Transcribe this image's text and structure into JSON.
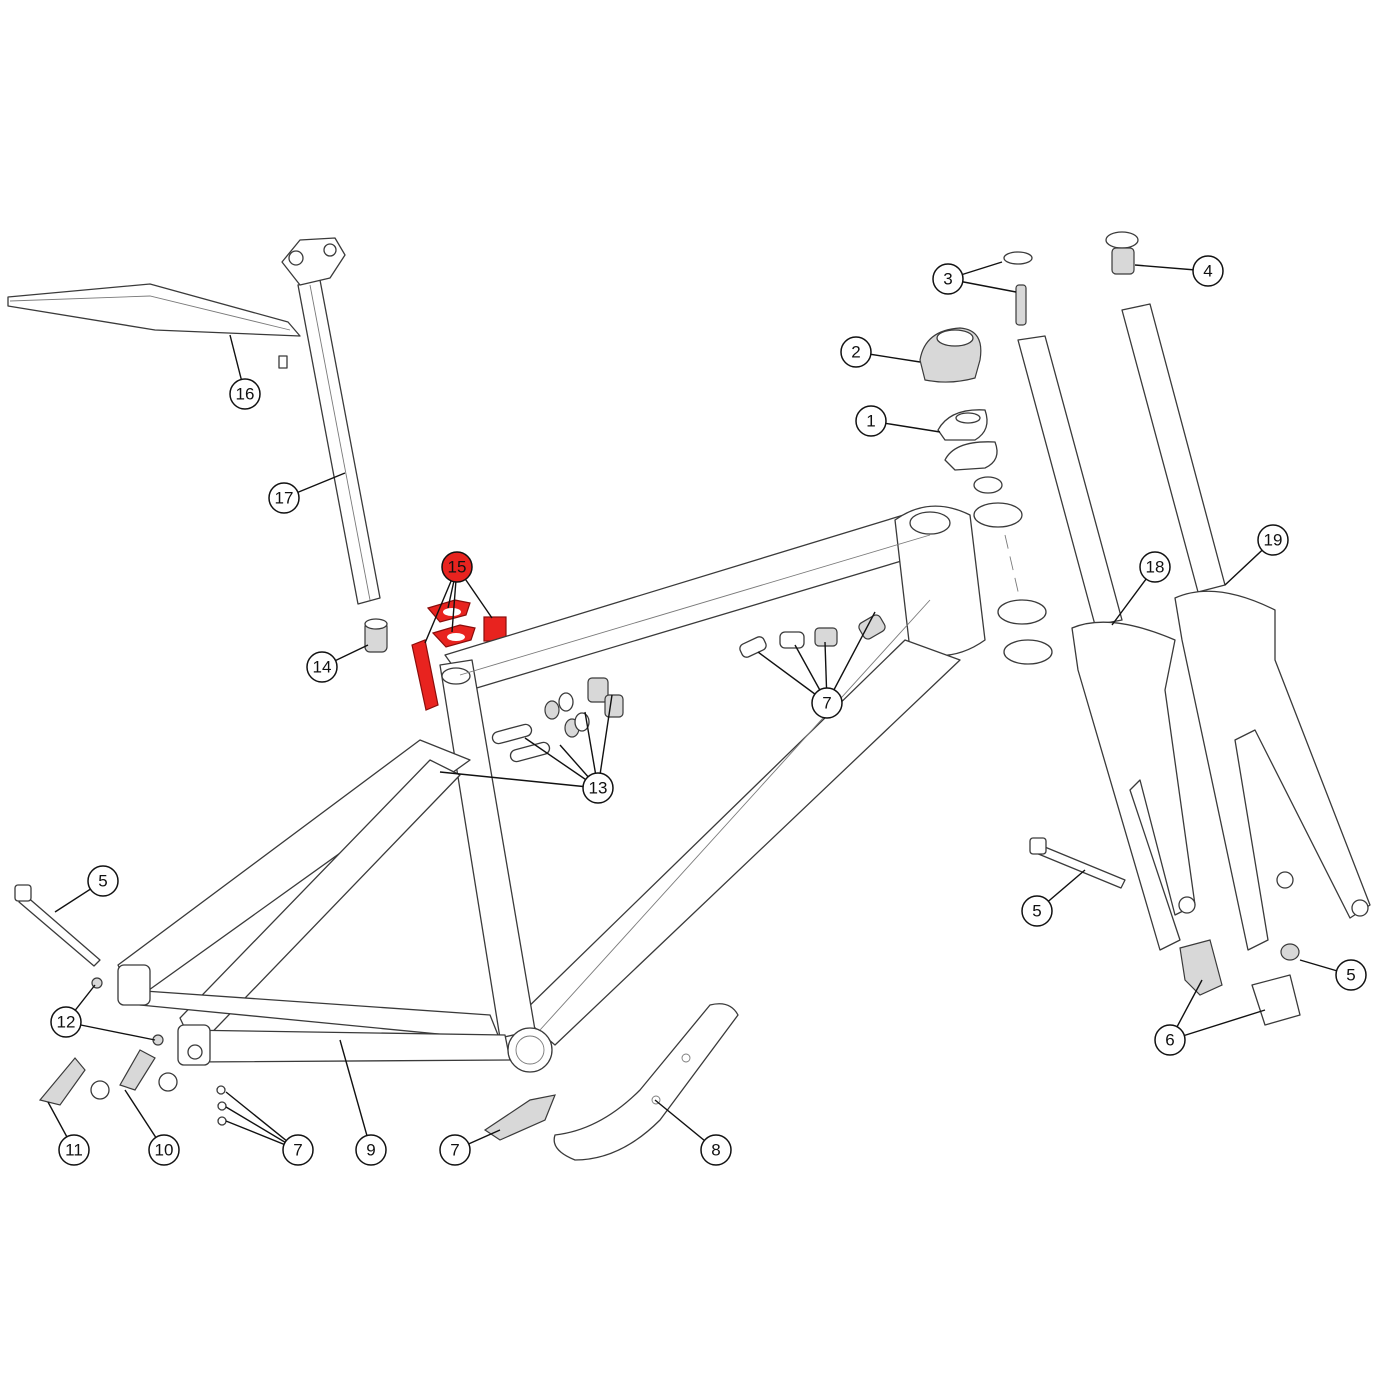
{
  "diagram": {
    "highlight_color": "#e8231f",
    "highlighted_part": "15",
    "callouts": [
      {
        "label": "1"
      },
      {
        "label": "2"
      },
      {
        "label": "3"
      },
      {
        "label": "4"
      },
      {
        "label": "5"
      },
      {
        "label": "5"
      },
      {
        "label": "5"
      },
      {
        "label": "6"
      },
      {
        "label": "7"
      },
      {
        "label": "7"
      },
      {
        "label": "7"
      },
      {
        "label": "8"
      },
      {
        "label": "9"
      },
      {
        "label": "10"
      },
      {
        "label": "11"
      },
      {
        "label": "12"
      },
      {
        "label": "13"
      },
      {
        "label": "14"
      },
      {
        "label": "15"
      },
      {
        "label": "16"
      },
      {
        "label": "17"
      },
      {
        "label": "18"
      },
      {
        "label": "19"
      }
    ]
  }
}
